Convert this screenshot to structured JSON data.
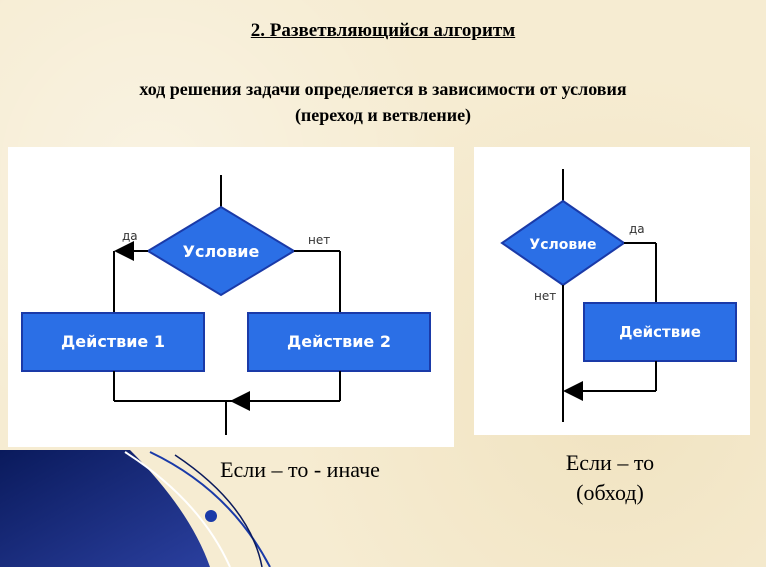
{
  "heading": "2. Разветвляющийся алгоритм",
  "description_line1": "ход решения задачи определяется в зависимости от условия",
  "description_line2": "(переход и ветвление)",
  "left_diagram": {
    "condition": "Условие",
    "yes_label": "да",
    "no_label": "нет",
    "action1": "Действие 1",
    "action2": "Действие 2",
    "caption": "Если – то - иначе"
  },
  "right_diagram": {
    "condition": "Условие",
    "yes_label": "да",
    "no_label": "нет",
    "action": "Действие",
    "caption_line1": "Если – то",
    "caption_line2": "(обход)"
  },
  "colors": {
    "block_fill": "#2b6fe6",
    "block_stroke": "#1a3aa8",
    "line": "#000000",
    "background": "#f6ecd2",
    "deco_dark": "#0a1a5c"
  }
}
